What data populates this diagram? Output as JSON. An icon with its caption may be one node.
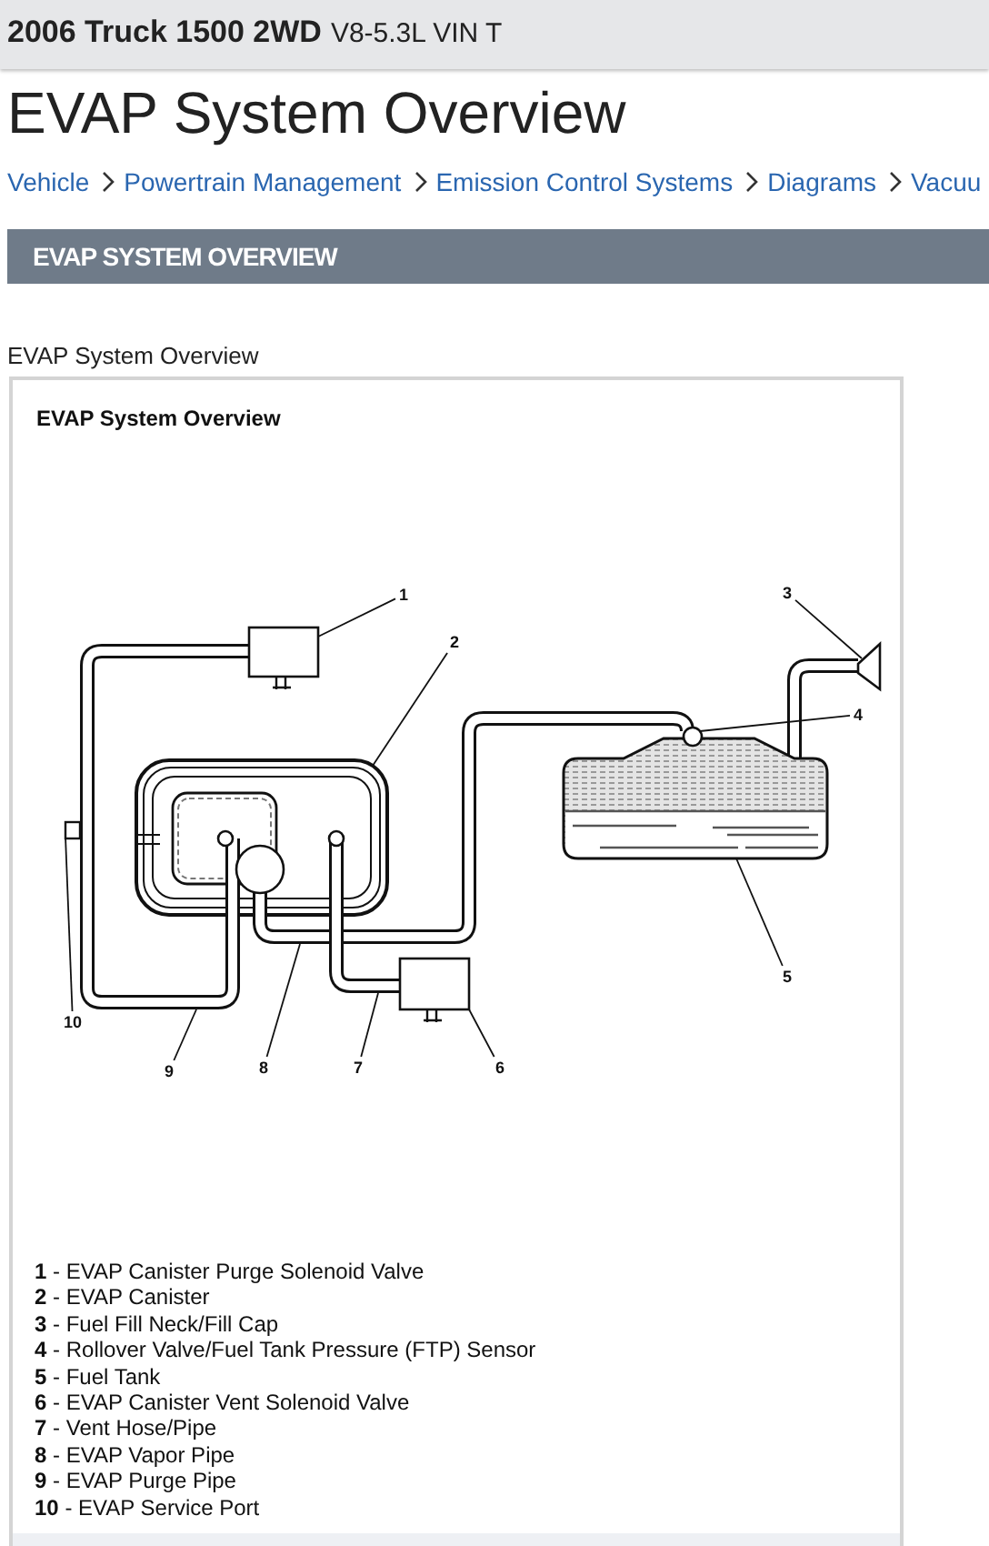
{
  "diagram": {
    "title": "EVAP System Overview",
    "nodes": [
      {
        "text": [
          "1"
        ]
      },
      {
        "text": [
          "2"
        ]
      },
      {
        "text": [
          "3"
        ]
      },
      {
        "text": [
          "4"
        ]
      },
      {
        "text": [
          "5"
        ]
      },
      {
        "text": [
          "6"
        ]
      },
      {
        "text": [
          "7"
        ]
      },
      {
        "text": [
          "8"
        ]
      },
      {
        "text": [
          "9"
        ]
      },
      {
        "text": [
          "10"
        ]
      },
      {
        "text": [],
        "shape": "box"
      },
      {
        "text": [],
        "shape": "canister"
      },
      {
        "text": [],
        "shape": "cone"
      },
      {
        "text": [],
        "shape": "circle"
      },
      {
        "text": [],
        "shape": "tank"
      },
      {
        "text": [],
        "shape": "box"
      },
      {
        "text": [],
        "shape": "pipe"
      },
      {
        "text": [],
        "shape": "pipe"
      },
      {
        "text": [],
        "shape": "pipe"
      },
      {
        "text": [],
        "shape": "bar"
      }
    ],
    "edges": [
      {
        "from": 0,
        "to": 10,
        "arrow": "none"
      },
      {
        "from": 1,
        "to": 11,
        "arrow": "none"
      },
      {
        "from": 2,
        "to": 12,
        "arrow": "none"
      },
      {
        "from": 3,
        "to": 13,
        "arrow": "none"
      },
      {
        "from": 4,
        "to": 14,
        "arrow": "none"
      },
      {
        "from": 5,
        "to": 15,
        "arrow": "none"
      },
      {
        "from": 6,
        "to": 16,
        "arrow": "none"
      },
      {
        "from": 7,
        "to": 17,
        "arrow": "none"
      },
      {
        "from": 8,
        "to": 18,
        "arrow": "none"
      },
      {
        "from": 9,
        "to": 19,
        "arrow": "none"
      },
      {
        "from": 14,
        "to": 12,
        "arrow": "none",
        "style": "thick"
      }
    ],
    "labels": [
      "2006 Truck 1500 2WD",
      "V8-5.3L VIN T",
      "Vehicle",
      "Powertrain Management",
      "Emission Control Systems",
      "Diagrams",
      "Vacuu",
      "EVAP SYSTEM OVERVIEW",
      "EVAP System Overview",
      "EVAP System Overview",
      "**1** - EVAP Canister Purge Solenoid Valve",
      "**2** - EVAP Canister",
      "**3** - Fuel Fill Neck/Fill Cap",
      "**4** - Rollover Valve/Fuel Tank Pressure (FTP) Sensor",
      "**5** - Fuel Tank",
      "**6** - EVAP Canister Vent Solenoid Valve",
      "**7** - Vent Hose/Pipe",
      "**8** - EVAP Vapor Pipe",
      "**9** - EVAP Purge Pipe",
      "**10** - EVAP Service Port"
    ]
  }
}
